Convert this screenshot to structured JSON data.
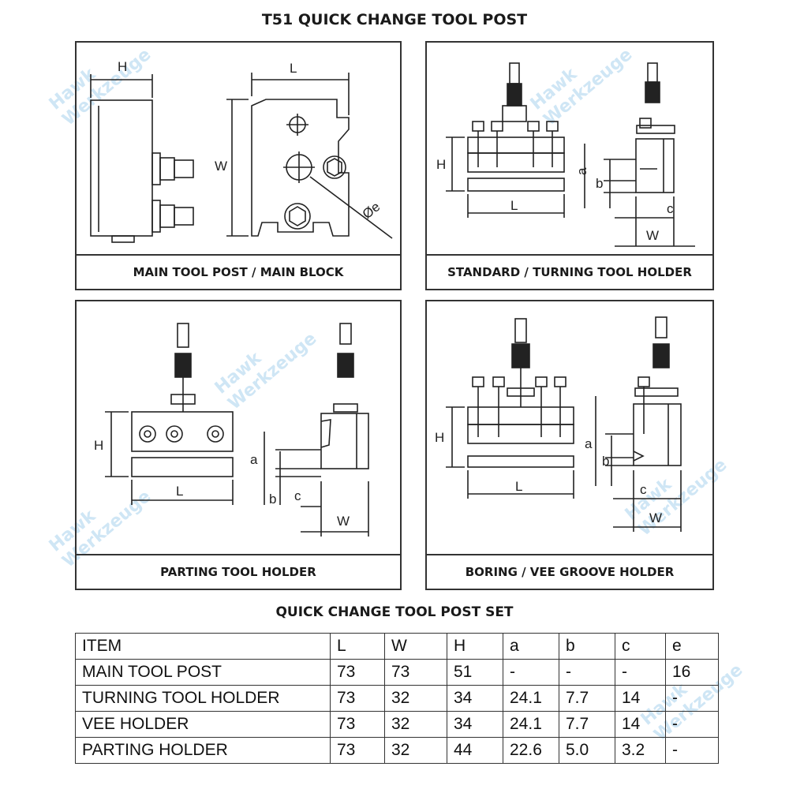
{
  "title": "T51 QUICK CHANGE TOOL POST",
  "watermark": {
    "line1": "Hawk",
    "line2": "Werkzeuge",
    "color": "#cfe6f5"
  },
  "panels": [
    {
      "caption": "MAIN TOOL POST / MAIN BLOCK",
      "labels": {
        "h": "H",
        "l": "L",
        "w": "W",
        "e": "Øe"
      }
    },
    {
      "caption": "STANDARD / TURNING TOOL HOLDER",
      "labels": {
        "h": "H",
        "l": "L",
        "a": "a",
        "b": "b",
        "c": "c",
        "w": "W"
      }
    },
    {
      "caption": "PARTING TOOL HOLDER",
      "labels": {
        "h": "H",
        "l": "L",
        "a": "a",
        "b": "b",
        "c": "c",
        "w": "W"
      }
    },
    {
      "caption": "BORING / VEE GROOVE HOLDER",
      "labels": {
        "h": "H",
        "l": "L",
        "a": "a",
        "b": "b",
        "c": "c",
        "w": "W"
      }
    }
  ],
  "table": {
    "title": "QUICK CHANGE TOOL POST SET",
    "headers": [
      "ITEM",
      "L",
      "W",
      "H",
      "a",
      "b",
      "c",
      "e"
    ],
    "rows": [
      [
        "MAIN TOOL POST",
        "73",
        "73",
        "51",
        "-",
        "-",
        "-",
        "16"
      ],
      [
        "TURNING TOOL HOLDER",
        "73",
        "32",
        "34",
        "24.1",
        "7.7",
        "14",
        "-"
      ],
      [
        "VEE HOLDER",
        "73",
        "32",
        "34",
        "24.1",
        "7.7",
        "14",
        "-"
      ],
      [
        "PARTING HOLDER",
        "73",
        "32",
        "44",
        "22.6",
        "5.0",
        "3.2",
        "-"
      ]
    ]
  }
}
